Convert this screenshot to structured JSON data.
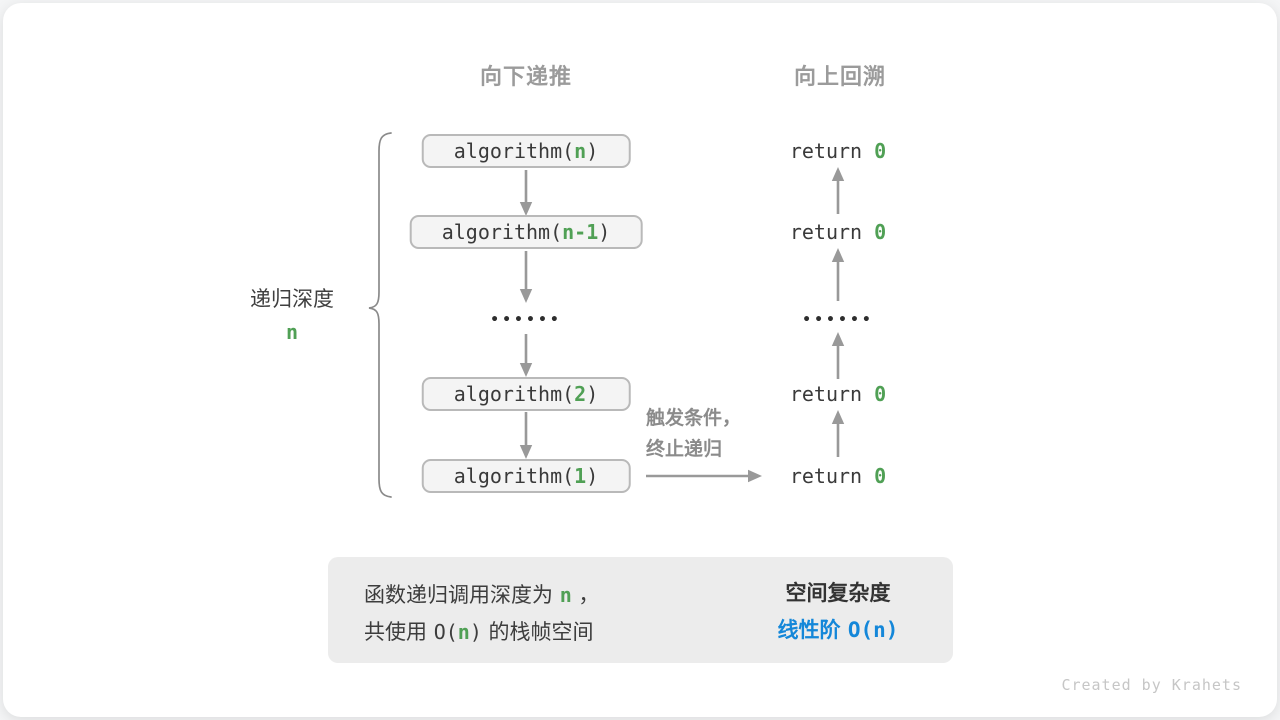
{
  "colors": {
    "green": "#50a055",
    "blue": "#1487d9",
    "gray_header": "#9b9b9b",
    "gray_arrow": "#999999",
    "box_bg": "#f4f4f4",
    "box_border": "#b9b9b9",
    "panel_bg": "#ececec"
  },
  "headers": {
    "left": "向下递推",
    "right": "向上回溯"
  },
  "depth_label": {
    "text": "递归深度",
    "var": "n"
  },
  "call_stack": [
    {
      "prefix": "algorithm(",
      "arg": "n",
      "suffix": ")"
    },
    {
      "prefix": "algorithm(",
      "arg": "n-1",
      "suffix": ")"
    },
    {
      "prefix": "algorithm(",
      "arg": "2",
      "suffix": ")"
    },
    {
      "prefix": "algorithm(",
      "arg": "1",
      "suffix": ")"
    }
  ],
  "ellipsis": "••••••",
  "returns": [
    {
      "prefix": "return ",
      "value": "0"
    },
    {
      "prefix": "return ",
      "value": "0"
    },
    {
      "prefix": "return ",
      "value": "0"
    },
    {
      "prefix": "return ",
      "value": "0"
    }
  ],
  "trigger_note": {
    "line1": "触发条件，",
    "line2": "终止递归"
  },
  "summary": {
    "left_line1": {
      "pre": "函数递归调用深度为 ",
      "var": "n",
      "post": " ，"
    },
    "left_line2": {
      "pre": "共使用 ",
      "o_open": "O(",
      "var": "n",
      "o_close": ")",
      "post": " 的栈帧空间"
    },
    "right_title": "空间复杂度",
    "right_result": {
      "pre": "线性阶 ",
      "o_open": "O(",
      "var": "n",
      "o_close": ")"
    }
  },
  "watermark": "Created by Krahets"
}
